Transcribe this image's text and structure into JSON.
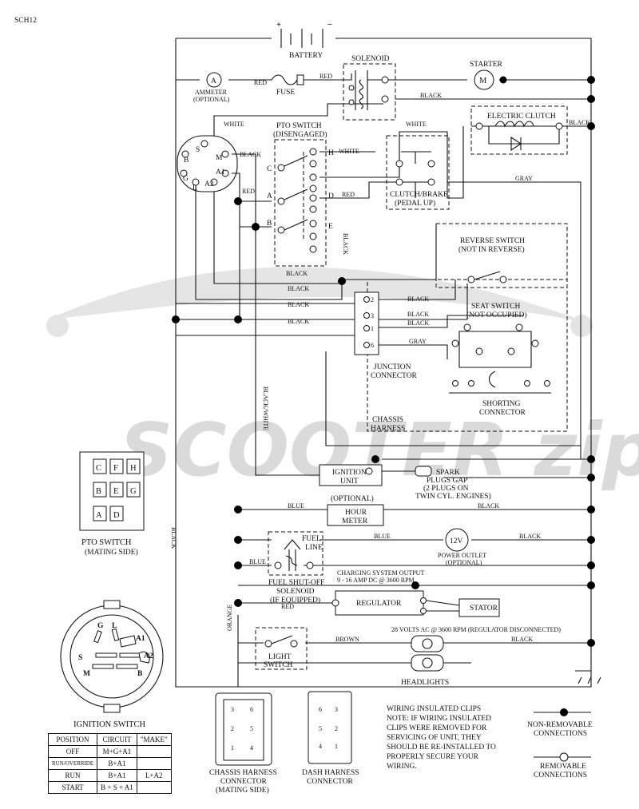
{
  "page_code": "SCH12",
  "watermark": "SCOOTER zip",
  "battery": {
    "label": "BATTERY",
    "plus": "+",
    "minus": "−"
  },
  "solenoid": "SOLENOID",
  "starter": {
    "label": "STARTER",
    "symbol": "M"
  },
  "ammeter": {
    "symbol": "A",
    "label": "AMMETER",
    "sub": "(OPTIONAL)"
  },
  "fuse": "FUSE",
  "electric_clutch": "ELECTRIC CLUTCH",
  "pto_switch": {
    "label": "PTO SWITCH",
    "sub": "(DISENGAGED)",
    "terminals": [
      "C",
      "H",
      "A",
      "D",
      "B",
      "E"
    ]
  },
  "ignition_terminals": [
    "B",
    "S",
    "M",
    "G",
    "A1",
    "L",
    "A2"
  ],
  "clutch_brake": {
    "label": "CLUTCH/BRAKE",
    "sub": "(PEDAL UP)"
  },
  "reverse_switch": {
    "label": "REVERSE SWITCH",
    "sub": "(NOT IN REVERSE)"
  },
  "seat_switch": {
    "label": "SEAT SWITCH",
    "sub": "(NOT OCCUPIED)"
  },
  "junction": {
    "label1": "JUNCTION",
    "label2": "CONNECTOR",
    "pins": [
      "2",
      "3",
      "1",
      "6"
    ]
  },
  "shorting": {
    "label1": "SHORTING",
    "label2": "CONNECTOR"
  },
  "chassis_harness": {
    "label1": "CHASSIS",
    "label2": "HARNESS"
  },
  "ignition_unit": {
    "label1": "IGNITION",
    "label2": "UNIT"
  },
  "spark": {
    "line1": "SPARK",
    "line2": "PLUGS GAP",
    "line3": "(2 PLUGS ON",
    "line4": "TWIN CYL. ENGINES)"
  },
  "hour_meter": {
    "optional": "(OPTIONAL)",
    "line1": "HOUR",
    "line2": "METER"
  },
  "power_outlet": {
    "symbol": "12V",
    "label": "POWER OUTLET",
    "sub": "(OPTIONAL)"
  },
  "fuel_line": {
    "line1": "FUEL",
    "line2": "LINE"
  },
  "fuel_solenoid": {
    "line1": "FUEL SHUT-OFF",
    "line2": "SOLENOID",
    "line3": "(IF EQUIPPED)"
  },
  "charging": {
    "line1": "CHARGING SYSTEM OUTPUT",
    "line2": "9 - 16 AMP DC @ 3600 RPM"
  },
  "regulator": "REGULATOR",
  "stator": "STATOR",
  "stator_note": "28 VOLTS AC @ 3600 RPM (REGULATOR DISCONNECTED)",
  "light_switch": {
    "line1": "LIGHT",
    "line2": "SWITCH"
  },
  "headlights": "HEADLIGHTS",
  "wire_colors": {
    "red": "RED",
    "black": "BLACK",
    "white": "WHITE",
    "gray": "GRAY",
    "blue": "BLUE",
    "orange": "ORANGE",
    "brown": "BROWN",
    "black_white": "BLACK/WHITE"
  },
  "pto_plug": {
    "title": "PTO SWITCH",
    "sub": "(MATING SIDE)",
    "rows": [
      [
        "C",
        "F",
        "H"
      ],
      [
        "B",
        "E",
        "G"
      ],
      [
        "A",
        "D"
      ]
    ]
  },
  "ignition_plug": {
    "title": "IGNITION SWITCH",
    "pins": [
      "G",
      "L",
      "A1",
      "S",
      "A2",
      "M",
      "B"
    ]
  },
  "ignition_table": {
    "headers": [
      "POSITION",
      "CIRCUIT",
      "\"MAKE\""
    ],
    "rows": [
      {
        "position": "OFF",
        "circuit": "M+G+A1",
        "extra": ""
      },
      {
        "position": "RUN/OVERRIDE",
        "circuit": "B+A1",
        "extra": ""
      },
      {
        "position": "RUN",
        "circuit": "B+A1",
        "extra": "L+A2"
      },
      {
        "position": "START",
        "circuit": "B + S + A1",
        "extra": ""
      }
    ]
  },
  "chassis_connector": {
    "label1": "CHASSIS HARNESS",
    "label2": "CONNECTOR",
    "label3": "(MATING SIDE)",
    "pins": [
      "3",
      "6",
      "2",
      "5",
      "1",
      "4"
    ]
  },
  "dash_connector": {
    "label1": "DASH HARNESS",
    "label2": "CONNECTOR",
    "pins": [
      "6",
      "3",
      "5",
      "2",
      "4",
      "1"
    ]
  },
  "note": {
    "title": "WIRING INSULATED CLIPS",
    "lines": [
      "NOTE:  IF WIRING INSULATED",
      "CLIPS WERE REMOVED FOR",
      "SERVICING OF UNIT, THEY",
      "SHOULD BE RE-INSTALLED TO",
      "PROPERLY SECURE YOUR",
      "WIRING."
    ]
  },
  "legend": {
    "nonremovable1": "NON-REMOVABLE",
    "nonremovable2": "CONNECTIONS",
    "removable1": "REMOVABLE",
    "removable2": "CONNECTIONS"
  }
}
